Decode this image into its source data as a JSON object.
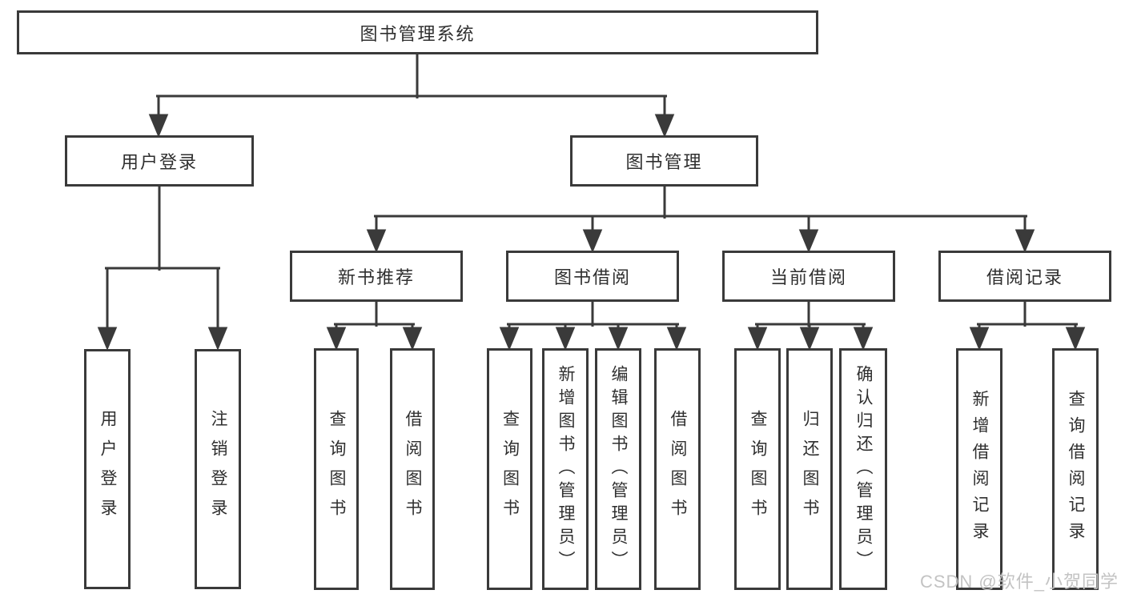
{
  "diagram_title": "图书管理系统",
  "tree": {
    "label": "图书管理系统",
    "children": [
      {
        "label": "用户登录",
        "children": [
          {
            "label": "用户登录"
          },
          {
            "label": "注销登录"
          }
        ]
      },
      {
        "label": "图书管理",
        "children": [
          {
            "label": "新书推荐",
            "children": [
              {
                "label": "查询图书"
              },
              {
                "label": "借阅图书"
              }
            ]
          },
          {
            "label": "图书借阅",
            "children": [
              {
                "label": "查询图书"
              },
              {
                "label": "新增图书（管理员）"
              },
              {
                "label": "编辑图书（管理员）"
              },
              {
                "label": "借阅图书"
              }
            ]
          },
          {
            "label": "当前借阅",
            "children": [
              {
                "label": "查询图书"
              },
              {
                "label": "归还图书"
              },
              {
                "label": "确认归还（管理员）"
              }
            ]
          },
          {
            "label": "借阅记录",
            "children": [
              {
                "label": "新增借阅记录"
              },
              {
                "label": "查询借阅记录"
              }
            ]
          }
        ]
      }
    ]
  },
  "watermark": "CSDN @软件_小贺同学",
  "colors": {
    "line": "#3a3a3a",
    "text": "#2f2f2f",
    "watermark": "#c3c3c3",
    "box_background": "#ffffff"
  }
}
